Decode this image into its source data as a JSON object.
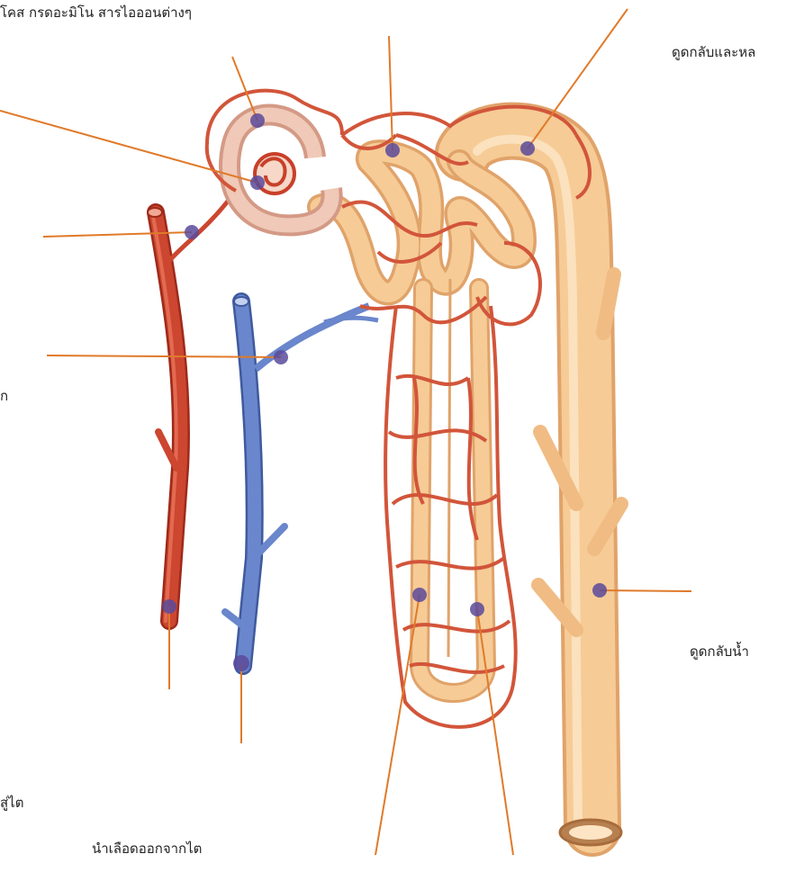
{
  "labels": {
    "top_clipped": "โคส กรดอะมิโน สารไอออนต่างๆ",
    "top_right": "ดูดกลับและหล",
    "left_clipped": "ก",
    "right_water": "ดูดกลับน้ำ ",
    "left_into_kidney": "สู่ไต",
    "bottom_blood_out": "นำเลือดออกจากไต"
  },
  "colors": {
    "artery": "#c8402a",
    "vein": "#5b79c4",
    "capillary": "#d2553a",
    "tubule": "#f4c58f",
    "tubule_edge": "#e0a36a",
    "leader_line": "#e07a2a",
    "marker_dot": "#5a4a9a"
  }
}
